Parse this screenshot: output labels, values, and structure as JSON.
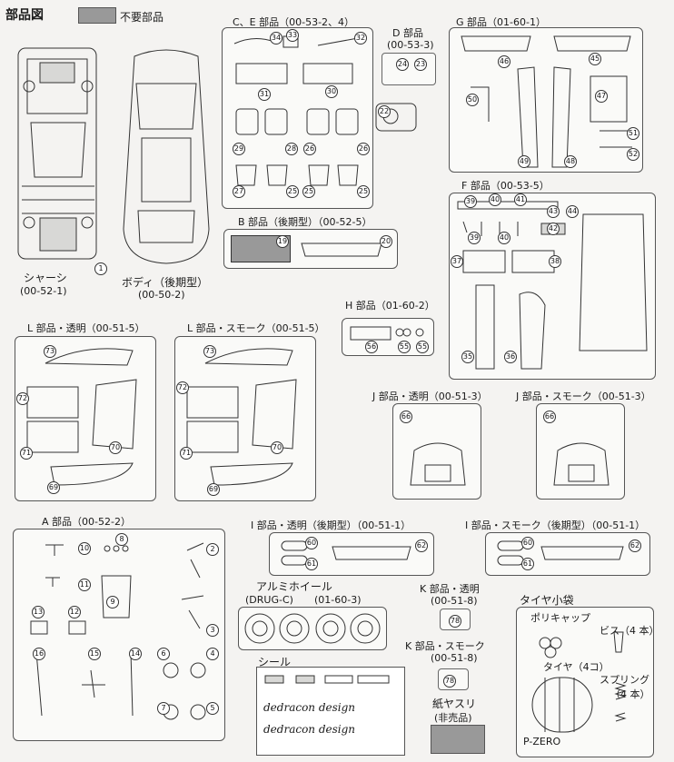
{
  "header": {
    "title": "部品図",
    "legend_label": "不要部品",
    "legend_color": "#999999"
  },
  "chassis": {
    "name": "シャーシ",
    "code": "(00-52-1)",
    "num": "1"
  },
  "body": {
    "name": "ボディ（後期型）",
    "code": "(00-50-2)"
  },
  "ce": {
    "title": "C、E 部品（00-53-2、4）",
    "nums": [
      "34",
      "33",
      "32",
      "31",
      "30",
      "22",
      "29",
      "28",
      "26",
      "26",
      "27",
      "25",
      "25",
      "25"
    ]
  },
  "d": {
    "title": "D 部品",
    "code": "(00-53-3)",
    "nums": [
      "24",
      "23"
    ]
  },
  "g": {
    "title": "G 部品（01-60-1）",
    "nums": [
      "46",
      "45",
      "50",
      "47",
      "49",
      "48",
      "51",
      "52"
    ]
  },
  "b": {
    "title": "B 部品（後期型）（00-52-5）",
    "nums": [
      "19",
      "20"
    ]
  },
  "f": {
    "title": "F 部品（00-53-5）",
    "nums": [
      "39",
      "40",
      "41",
      "43",
      "42",
      "44",
      "39",
      "40",
      "37",
      "38",
      "35",
      "36"
    ]
  },
  "h": {
    "title": "H 部品（01-60-2）",
    "nums": [
      "56",
      "55",
      "55"
    ]
  },
  "lclear": {
    "title": "L 部品・透明（00-51-5）",
    "nums": [
      "73",
      "72",
      "71",
      "70",
      "69"
    ]
  },
  "lsmoke": {
    "title": "L 部品・スモーク（00-51-5）",
    "nums": [
      "73",
      "72",
      "71",
      "70",
      "69"
    ]
  },
  "jclear": {
    "title": "J 部品・透明（00-51-3）",
    "num": "66"
  },
  "jsmoke": {
    "title": "J 部品・スモーク（00-51-3）",
    "num": "66"
  },
  "a": {
    "title": "A 部品（00-52-2）",
    "nums": [
      "10",
      "8",
      "2",
      "11",
      "9",
      "3",
      "13",
      "12",
      "16",
      "15",
      "14",
      "6",
      "4",
      "7",
      "5"
    ]
  },
  "iclear": {
    "title": "I 部品・透明（後期型）（00-51-1）",
    "nums": [
      "60",
      "61",
      "62"
    ]
  },
  "ismoke": {
    "title": "I 部品・スモーク（後期型）（00-51-1）",
    "nums": [
      "60",
      "61",
      "62"
    ]
  },
  "wheel": {
    "title": "アルミホイール",
    "name": "(DRUG-C)",
    "code": "(01-60-3)"
  },
  "kclear": {
    "title": "K 部品・透明",
    "code": "(00-51-8)",
    "num": "78"
  },
  "ksmoke": {
    "title": "K 部品・スモーク",
    "code": "(00-51-8)",
    "num": "78"
  },
  "tire": {
    "title": "タイヤ小袋",
    "polycap": "ポリキャップ",
    "screw": "ビス（4 本）",
    "tire": "タイヤ（4コ）",
    "spring": "スプリング",
    "spring_qty": "（4 本）",
    "brand": "P-ZERO"
  },
  "seal": {
    "title": "シール",
    "logo": "dedracon design"
  },
  "sandpaper": {
    "title": "紙ヤスリ",
    "note": "(非売品)"
  }
}
